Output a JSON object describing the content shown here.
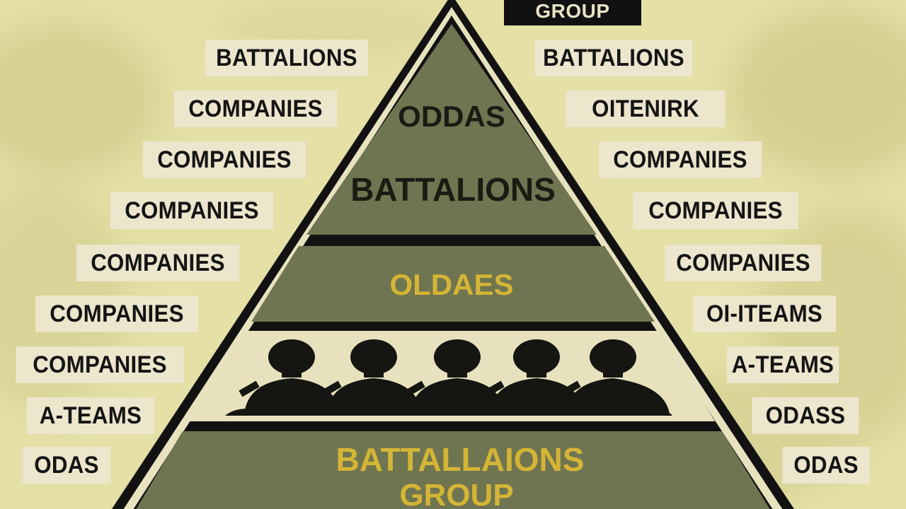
{
  "top_badge": "GROUP",
  "left_labels": [
    "BATTALIONS",
    "COMPANIES",
    "COMPANIES",
    "COMPANIES",
    "COMPANIES",
    "COMPANIES",
    "COMPANIES",
    "A-TEAMS",
    "ODAS"
  ],
  "right_labels": [
    "BATTALIONS",
    "OITENIRK",
    "COMPANIES",
    "COMPANIES",
    "COMPANIES",
    "OI-ITEAMS",
    "A-TEAMS",
    "ODASS",
    "ODAS"
  ],
  "pyramid": {
    "tier1_top": "ODDAS",
    "tier1_bottom": "BATTALIONS",
    "tier2": "OLDAES",
    "tier4_line1": "BATTALLAIONS",
    "tier4_line2": "GROUP"
  },
  "colors": {
    "background": "#e4e0a6",
    "tier_green": "#6f7550",
    "outline": "#121212",
    "gold_text": "#d5b536",
    "label_bg": "#ece6cd"
  }
}
